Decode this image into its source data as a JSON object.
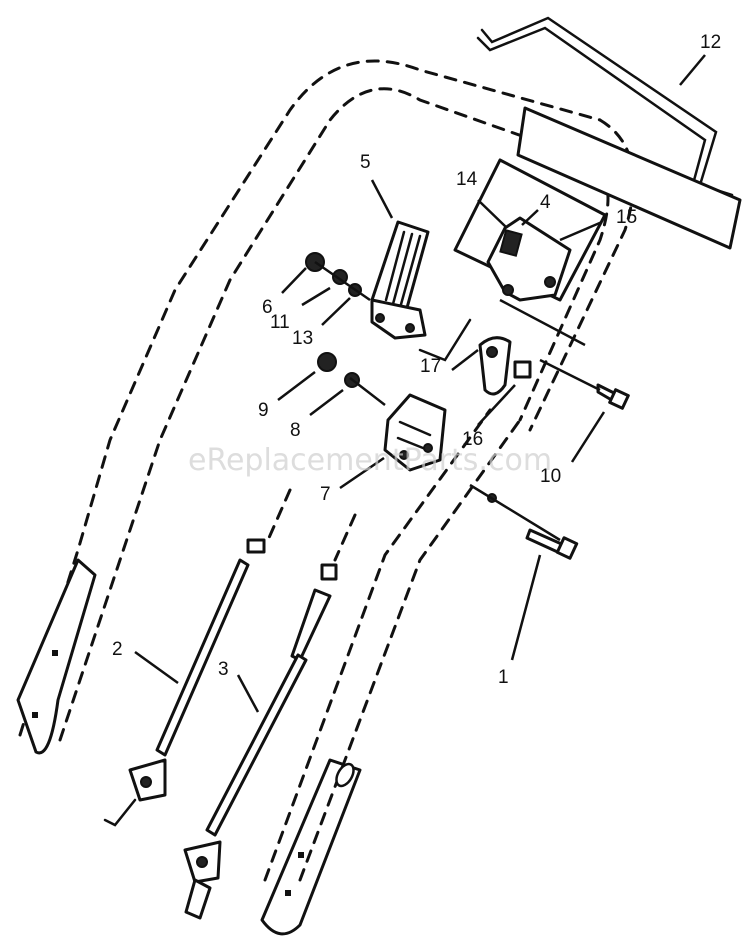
{
  "watermark": "eReplacementParts.com",
  "callouts": [
    "1",
    "2",
    "3",
    "4",
    "5",
    "6",
    "7",
    "8",
    "9",
    "10",
    "11",
    "12",
    "13",
    "14",
    "15",
    "16",
    "17"
  ]
}
